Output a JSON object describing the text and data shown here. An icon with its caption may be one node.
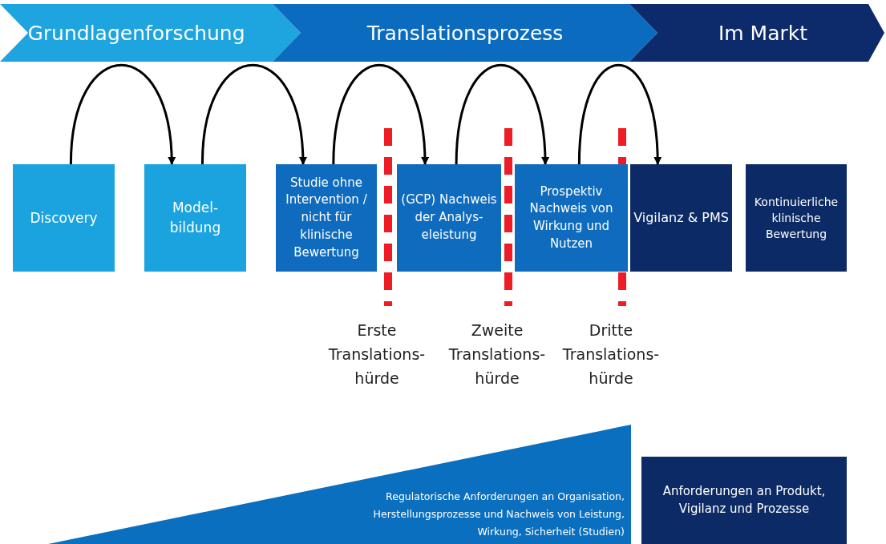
{
  "diagram": {
    "nodes": [
      {
        "text": [
          "Grundlagenforschung"
        ]
      },
      {
        "text": [
          "Translationsprozess"
        ]
      },
      {
        "text": [
          "Im Markt"
        ]
      },
      {
        "text": [
          "Discovery"
        ]
      },
      {
        "text": [
          "Model- bildung"
        ]
      },
      {
        "text": [
          "Studie ohne Intervention / nicht für klinische Bewertung"
        ]
      },
      {
        "text": [
          "(GCP) Nachweis der Analys- eleistung"
        ]
      },
      {
        "text": [
          "Prospektiv Nachweis von Wirkung und Nutzen"
        ]
      },
      {
        "text": [
          "Vigilanz & PMS"
        ]
      },
      {
        "text": [
          "Kontinuierliche klinische Bewertung"
        ]
      },
      {
        "text": [
          "Regulatorische Anforderungen an Organisation, Herstellungsprozesse und Nachweis von Leistung, Wirkung, Sicherheit (Studien)"
        ]
      },
      {
        "text": [
          "Anforderungen an Produkt, Vigilanz und Prozesse"
        ]
      }
    ],
    "edges": [
      {
        "from": 3,
        "to": 4,
        "arrow": "to"
      },
      {
        "from": 4,
        "to": 5,
        "arrow": "to"
      },
      {
        "from": 5,
        "to": 6,
        "arrow": "to"
      },
      {
        "from": 6,
        "to": 7,
        "arrow": "to"
      },
      {
        "from": 7,
        "to": 8,
        "arrow": "to"
      }
    ],
    "labels": [
      "Erste Translations- hürde",
      "Zweite Translations- hürde",
      "Dritte Translations- hürde"
    ]
  }
}
